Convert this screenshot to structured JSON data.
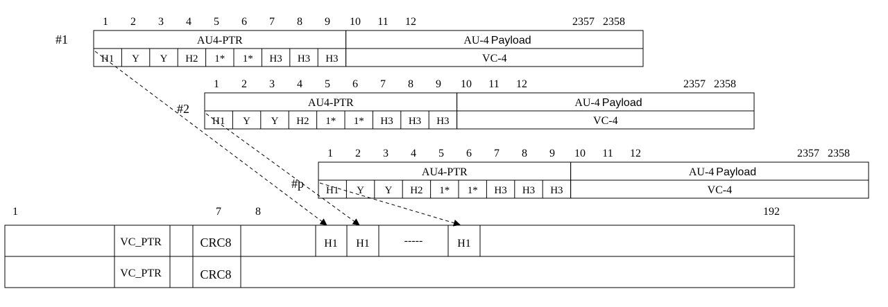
{
  "frames": [
    {
      "id": "f1",
      "label": "#1",
      "index_labels": [
        "1",
        "2",
        "3",
        "4",
        "5",
        "6",
        "7",
        "8",
        "9",
        "10",
        "11",
        "12",
        "2357",
        "2358"
      ],
      "ptr_title": "AU4-PTR",
      "payload_prefix": "AU-4",
      "payload_word": "Payload",
      "vc_label": "VC-4",
      "bytes": [
        "H1",
        "Y",
        "Y",
        "H2",
        "1*",
        "1*",
        "H3",
        "H3",
        "H3"
      ]
    },
    {
      "id": "f2",
      "label": "#2",
      "index_labels": [
        "1",
        "2",
        "3",
        "4",
        "5",
        "6",
        "7",
        "8",
        "9",
        "10",
        "11",
        "12",
        "2357",
        "2358"
      ],
      "ptr_title": "AU4-PTR",
      "payload_prefix": "AU-4",
      "payload_word": "Payload",
      "vc_label": "VC-4",
      "bytes": [
        "H1",
        "Y",
        "Y",
        "H2",
        "1*",
        "1*",
        "H3",
        "H3",
        "H3"
      ]
    },
    {
      "id": "fp",
      "label": "#p",
      "index_labels": [
        "1",
        "2",
        "3",
        "4",
        "5",
        "6",
        "7",
        "8",
        "9",
        "10",
        "11",
        "12",
        "2357",
        "2358"
      ],
      "ptr_title": "AU4-PTR",
      "payload_prefix": "AU-4",
      "payload_word": "Payload",
      "vc_label": "VC-4",
      "bytes": [
        "H1",
        "Y",
        "Y",
        "H2",
        "1*",
        "1*",
        "H3",
        "H3",
        "H3"
      ]
    }
  ],
  "bottom": {
    "col_labels": [
      "1",
      "7",
      "8",
      "192"
    ],
    "row1": [
      "VC_PTR",
      "CRC8",
      "H1",
      "H1",
      "-----",
      "H1"
    ],
    "row2": [
      "VC_PTR",
      "CRC8"
    ]
  }
}
